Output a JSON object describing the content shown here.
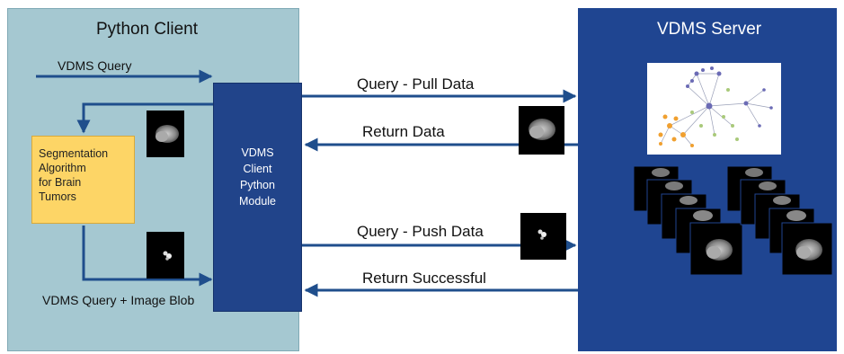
{
  "client": {
    "title": "Python Client",
    "bg": "#a5c8d1"
  },
  "server": {
    "title": "VDMS Server",
    "bg": "#1f4591"
  },
  "module": {
    "lines": [
      "VDMS",
      "Client",
      "Python",
      "Module"
    ],
    "bg": "#21448a"
  },
  "segmentation": {
    "lines": [
      "Segmentation",
      "Algorithm",
      "for Brain",
      "Tumors"
    ],
    "bg": "#fdd566"
  },
  "labels": {
    "vdms_query": "VDMS Query",
    "vdms_query_blob": "VDMS Query + Image Blob"
  },
  "arrows": {
    "pull": "Query - Pull Data",
    "return_data": "Return Data",
    "push": "Query - Push Data",
    "return_success": "Return Successful"
  },
  "colors": {
    "arrow": "#1f4e8c",
    "graph_purple": "#6b6bb5",
    "graph_orange": "#f0a030",
    "graph_green": "#a9c97a"
  }
}
